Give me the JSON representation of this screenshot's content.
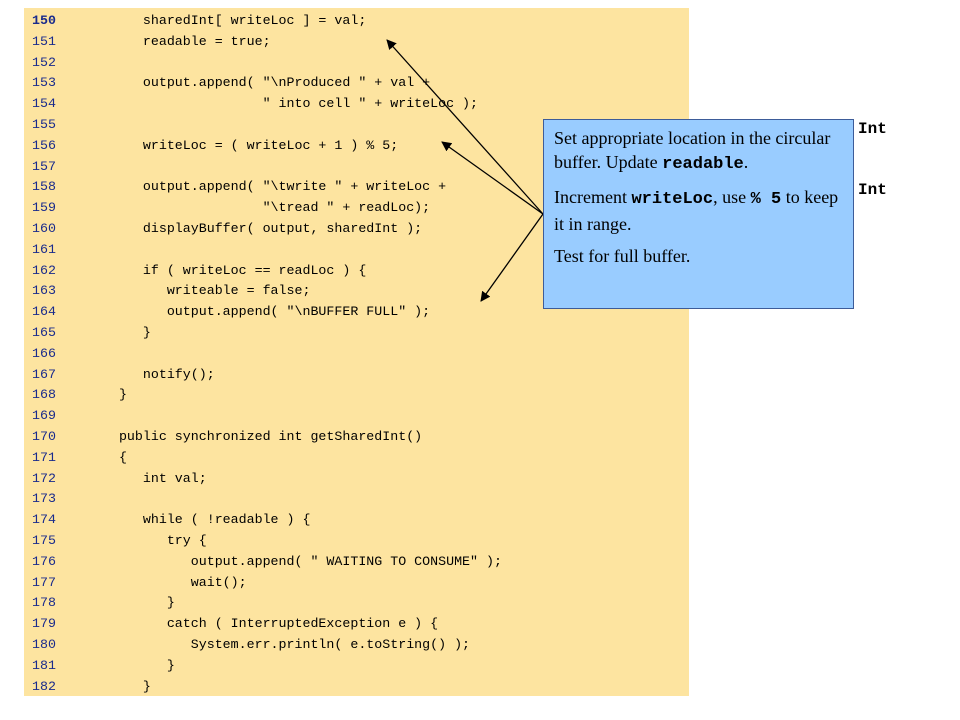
{
  "code_lines": [
    {
      "num": "150",
      "text": "      sharedInt[ writeLoc ] = val;"
    },
    {
      "num": "151",
      "text": "      readable = true;"
    },
    {
      "num": "152",
      "text": ""
    },
    {
      "num": "153",
      "text": "      output.append( \"\\nProduced \" + val +"
    },
    {
      "num": "154",
      "text": "                     \" into cell \" + writeLoc );"
    },
    {
      "num": "155",
      "text": ""
    },
    {
      "num": "156",
      "text": "      writeLoc = ( writeLoc + 1 ) % 5;"
    },
    {
      "num": "157",
      "text": ""
    },
    {
      "num": "158",
      "text": "      output.append( \"\\twrite \" + writeLoc +"
    },
    {
      "num": "159",
      "text": "                     \"\\tread \" + readLoc);"
    },
    {
      "num": "160",
      "text": "      displayBuffer( output, sharedInt );"
    },
    {
      "num": "161",
      "text": ""
    },
    {
      "num": "162",
      "text": "      if ( writeLoc == readLoc ) {"
    },
    {
      "num": "163",
      "text": "         writeable = false;"
    },
    {
      "num": "164",
      "text": "         output.append( \"\\nBUFFER FULL\" );"
    },
    {
      "num": "165",
      "text": "      }"
    },
    {
      "num": "166",
      "text": ""
    },
    {
      "num": "167",
      "text": "      notify();"
    },
    {
      "num": "168",
      "text": "   }"
    },
    {
      "num": "169",
      "text": ""
    },
    {
      "num": "170",
      "text": "   public synchronized int getSharedInt()"
    },
    {
      "num": "171",
      "text": "   {"
    },
    {
      "num": "172",
      "text": "      int val;"
    },
    {
      "num": "173",
      "text": ""
    },
    {
      "num": "174",
      "text": "      while ( !readable ) {"
    },
    {
      "num": "175",
      "text": "         try {"
    },
    {
      "num": "176",
      "text": "            output.append( \" WAITING TO CONSUME\" );"
    },
    {
      "num": "177",
      "text": "            wait();"
    },
    {
      "num": "178",
      "text": "         }"
    },
    {
      "num": "179",
      "text": "         catch ( InterruptedException e ) {"
    },
    {
      "num": "180",
      "text": "            System.err.println( e.toString() );"
    },
    {
      "num": "181",
      "text": "         }"
    },
    {
      "num": "182",
      "text": "      }"
    }
  ],
  "side_labels": [
    "Int",
    "Int"
  ],
  "callout": {
    "p1_a": "Set appropriate location in the circular buffer.  Update ",
    "p1_code": "readable",
    "p1_b": ".",
    "p2_a": "Increment ",
    "p2_code1": "writeLoc",
    "p2_b": ", use ",
    "p2_code2": "% 5",
    "p2_c": " to keep it in range.",
    "p3": "Test for full buffer."
  }
}
